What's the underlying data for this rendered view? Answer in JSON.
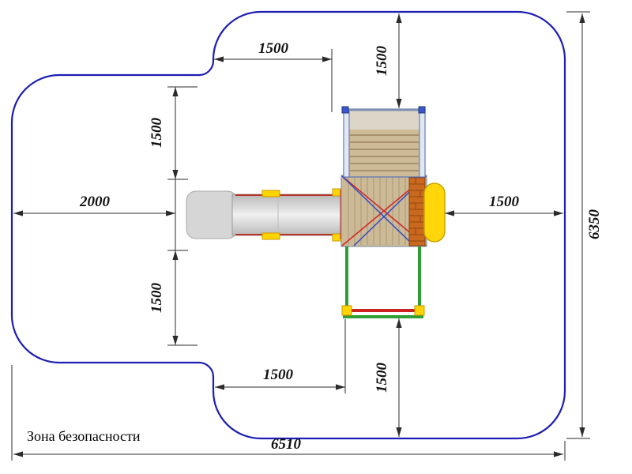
{
  "zone_label": "Зона безопасности",
  "dims": {
    "top_h": "1500",
    "top_v": "1500",
    "upper_left_v": "1500",
    "left_h": "2000",
    "right_h": "1500",
    "lower_left_v": "1500",
    "bottom_inner_h": "1500",
    "bottom_v": "1500",
    "total_v": "6350",
    "total_h": "6510"
  },
  "colors": {
    "zone_outline": "#1e1eb4",
    "dimension": "#2b2b2b",
    "platform_wood": "#ccba96",
    "slide_gray": "#d6d6d6",
    "frame_green": "#2f9e33",
    "accent_red": "#cc2222",
    "accent_yellow": "#ffd400",
    "brick_orange": "#c9681f"
  }
}
